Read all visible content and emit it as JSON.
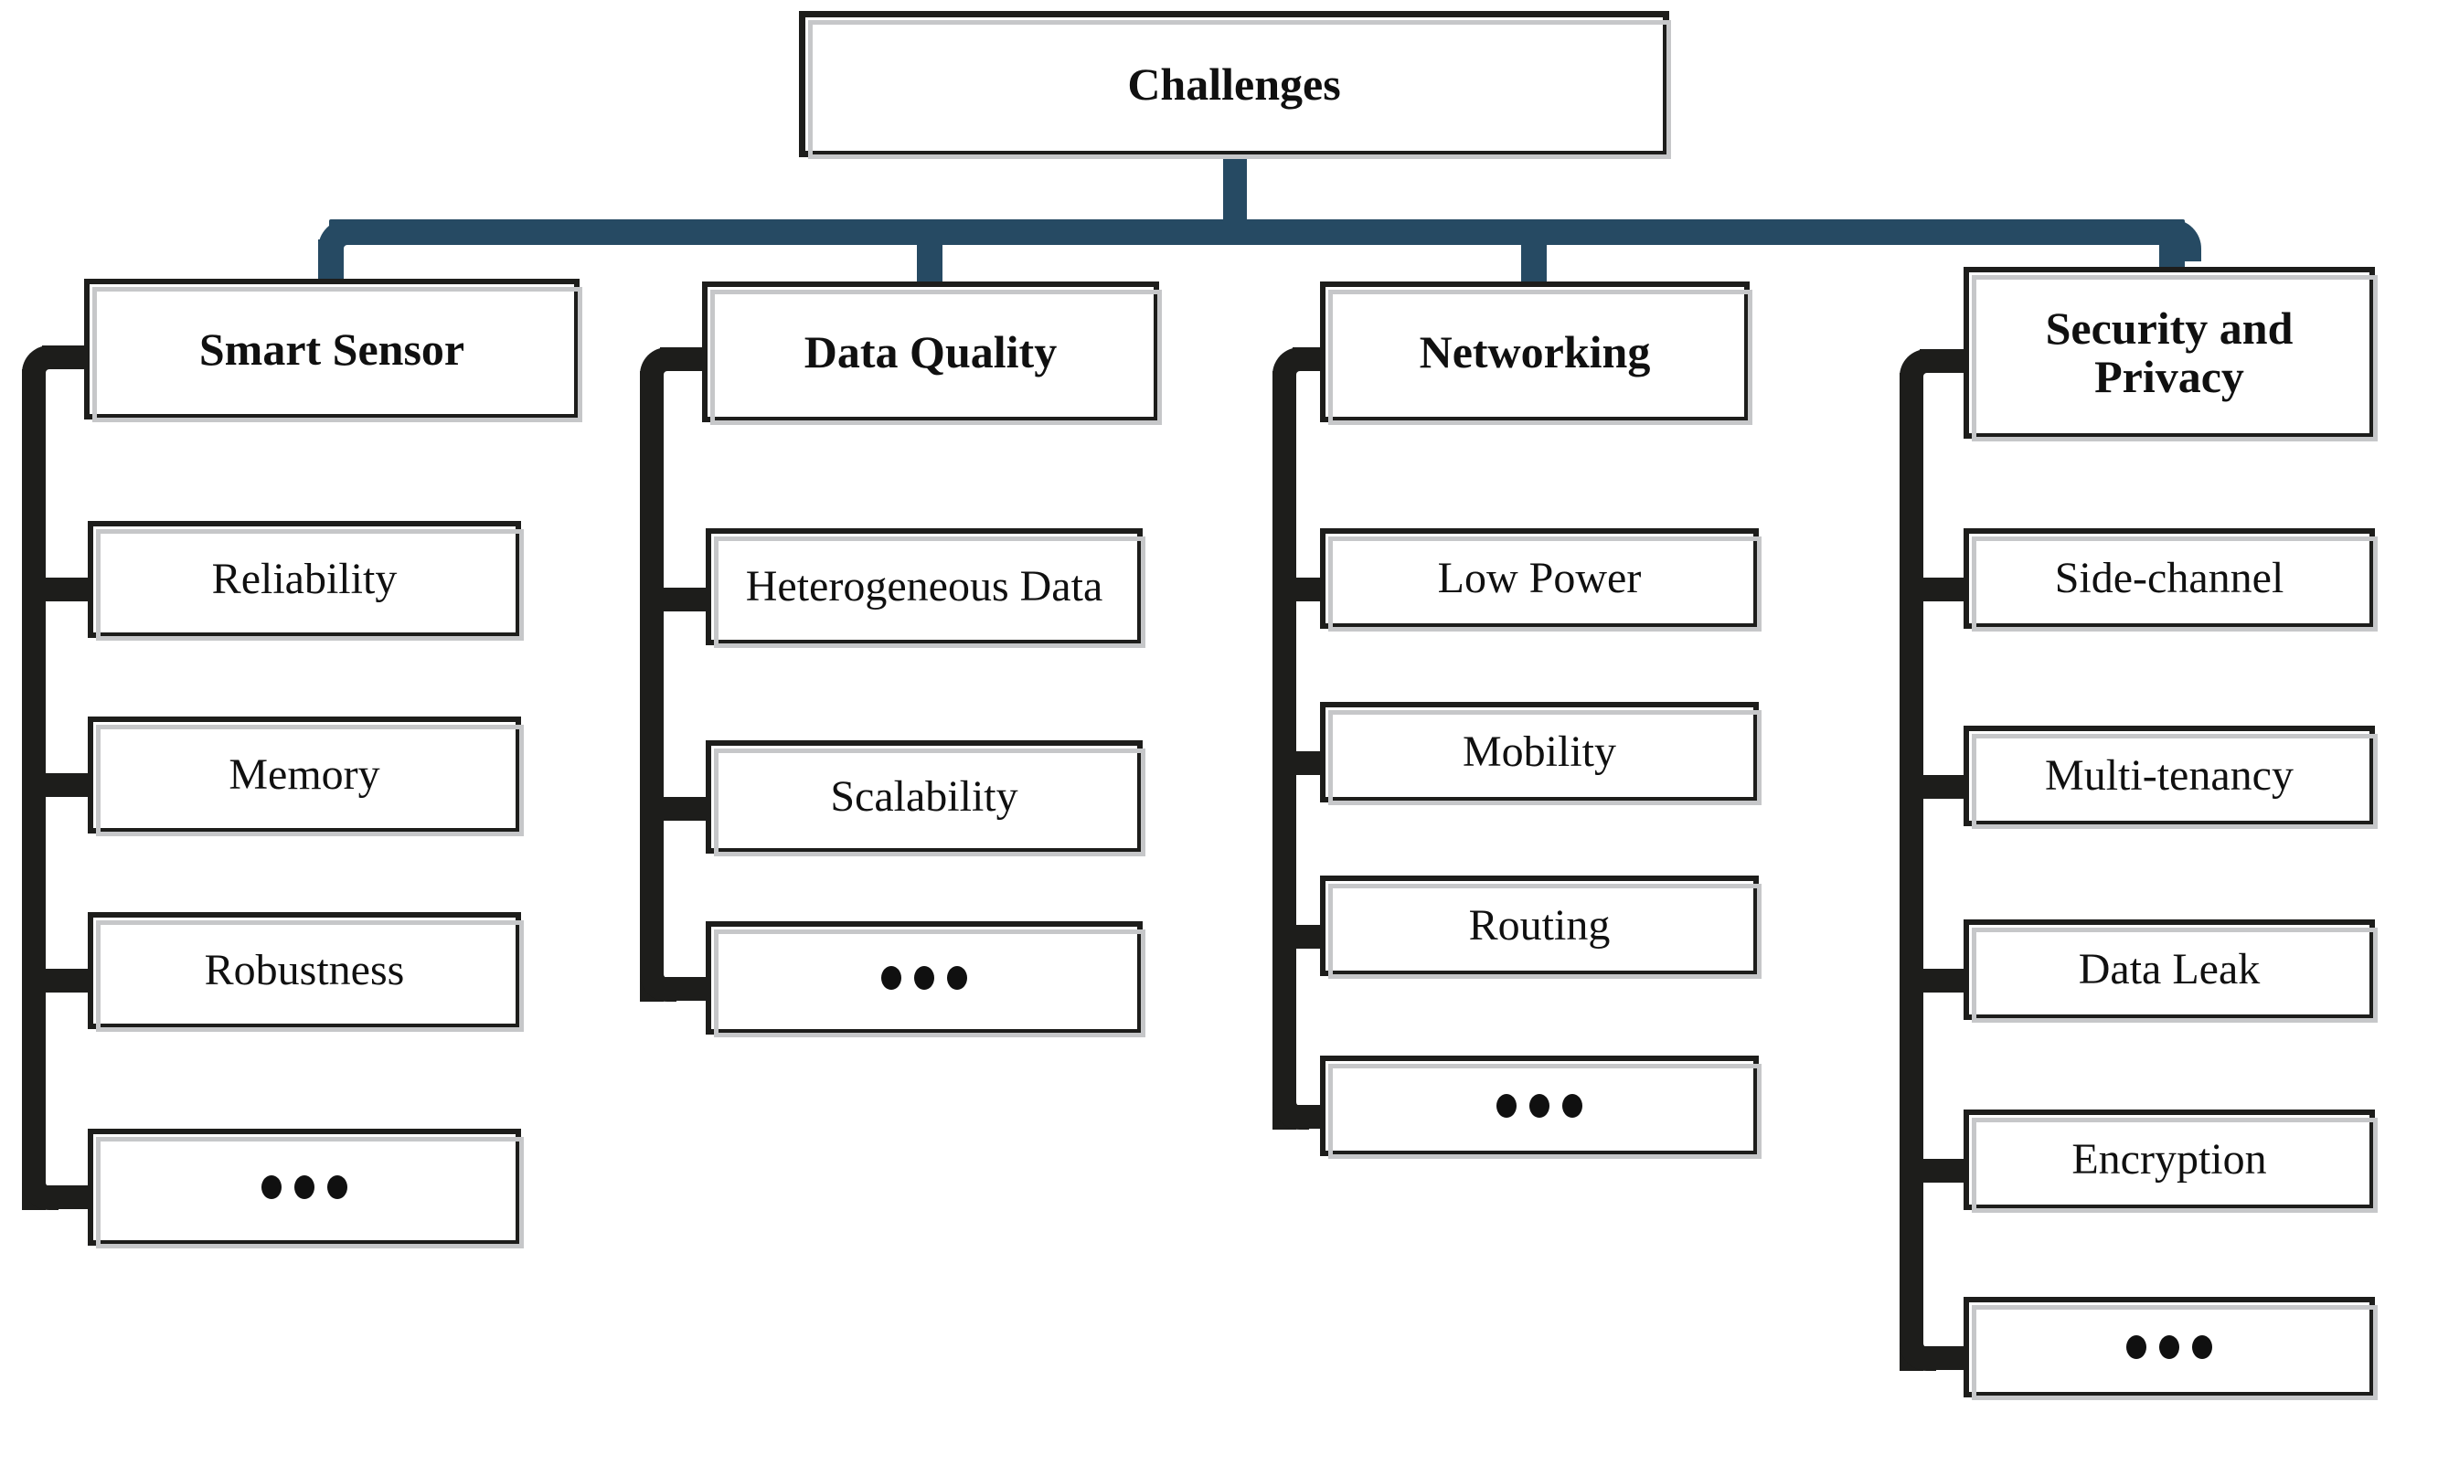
{
  "diagram": {
    "title": "Challenges",
    "type": "hierarchy-tree",
    "colors": {
      "connector_teal": "#264a63",
      "bracket_black": "#1d1d1b",
      "box_border": "#1d1d1b",
      "box_shadow": "#c6c7c9",
      "background": "#ffffff",
      "text": "#101010"
    },
    "root": {
      "label": "Challenges"
    },
    "ellipsis": "•••",
    "branches": [
      {
        "header": "Smart Sensor",
        "items": [
          {
            "label": "Reliability",
            "is_ellipsis": false
          },
          {
            "label": "Memory",
            "is_ellipsis": false
          },
          {
            "label": "Robustness",
            "is_ellipsis": false
          },
          {
            "label": "",
            "is_ellipsis": true
          }
        ]
      },
      {
        "header": "Data Quality",
        "items": [
          {
            "label": "Heterogeneous Data",
            "is_ellipsis": false
          },
          {
            "label": "Scalability",
            "is_ellipsis": false
          },
          {
            "label": "",
            "is_ellipsis": true
          }
        ]
      },
      {
        "header": "Networking",
        "items": [
          {
            "label": "Low Power",
            "is_ellipsis": false
          },
          {
            "label": "Mobility",
            "is_ellipsis": false
          },
          {
            "label": "Routing",
            "is_ellipsis": false
          },
          {
            "label": "",
            "is_ellipsis": true
          }
        ]
      },
      {
        "header": "Security and Privacy",
        "items": [
          {
            "label": "Side-channel",
            "is_ellipsis": false
          },
          {
            "label": "Multi-tenancy",
            "is_ellipsis": false
          },
          {
            "label": "Data Leak",
            "is_ellipsis": false
          },
          {
            "label": "Encryption",
            "is_ellipsis": false
          },
          {
            "label": "",
            "is_ellipsis": true
          }
        ]
      }
    ]
  }
}
